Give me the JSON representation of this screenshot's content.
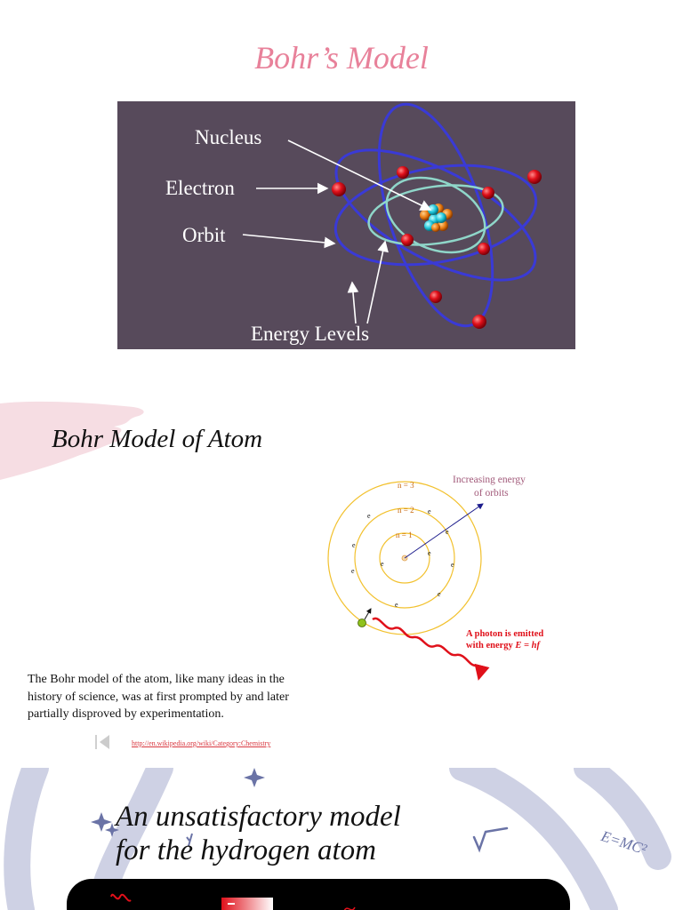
{
  "slide1": {
    "title": "Bohr’s Model",
    "labels": {
      "nucleus": "Nucleus",
      "electron": "Electron",
      "orbit": "Orbit",
      "energy_levels": "Energy Levels"
    },
    "colors": {
      "title": "#e8819a",
      "panel_bg": "#574a5b",
      "orbit": "#3a3ad6",
      "inner_orbit": "#8fd6c9",
      "electron": "#e0101a"
    }
  },
  "slide2": {
    "title": "Bohr Model of Atom",
    "diagram": {
      "annotation_line1": "Increasing energy",
      "annotation_line2": "of orbits",
      "level1": "n = 1",
      "level2": "n = 2",
      "level3": "n = 3",
      "electron_symbol": "e",
      "photon_line1": "A photon is emitted",
      "photon_line2_prefix": "with energy ",
      "photon_formula": "E  = hf"
    },
    "body": "The Bohr model of the atom, like many ideas in the history of science, was at first prompted by and later partially disproved by experimentation.",
    "link": "http://en.wikipedia.org/wiki/Category:Chemistry",
    "colors": {
      "orbit_ring": "#f2c12e",
      "photon": "#e0101a",
      "annotation": "#a25a7a"
    }
  },
  "slide3": {
    "title_line1": "An unsatisfactory model",
    "title_line2": "for the hydrogen atom",
    "formula": "E=MC²",
    "colors": {
      "deco": "#ced1e4",
      "star": "#6a73a6"
    }
  }
}
